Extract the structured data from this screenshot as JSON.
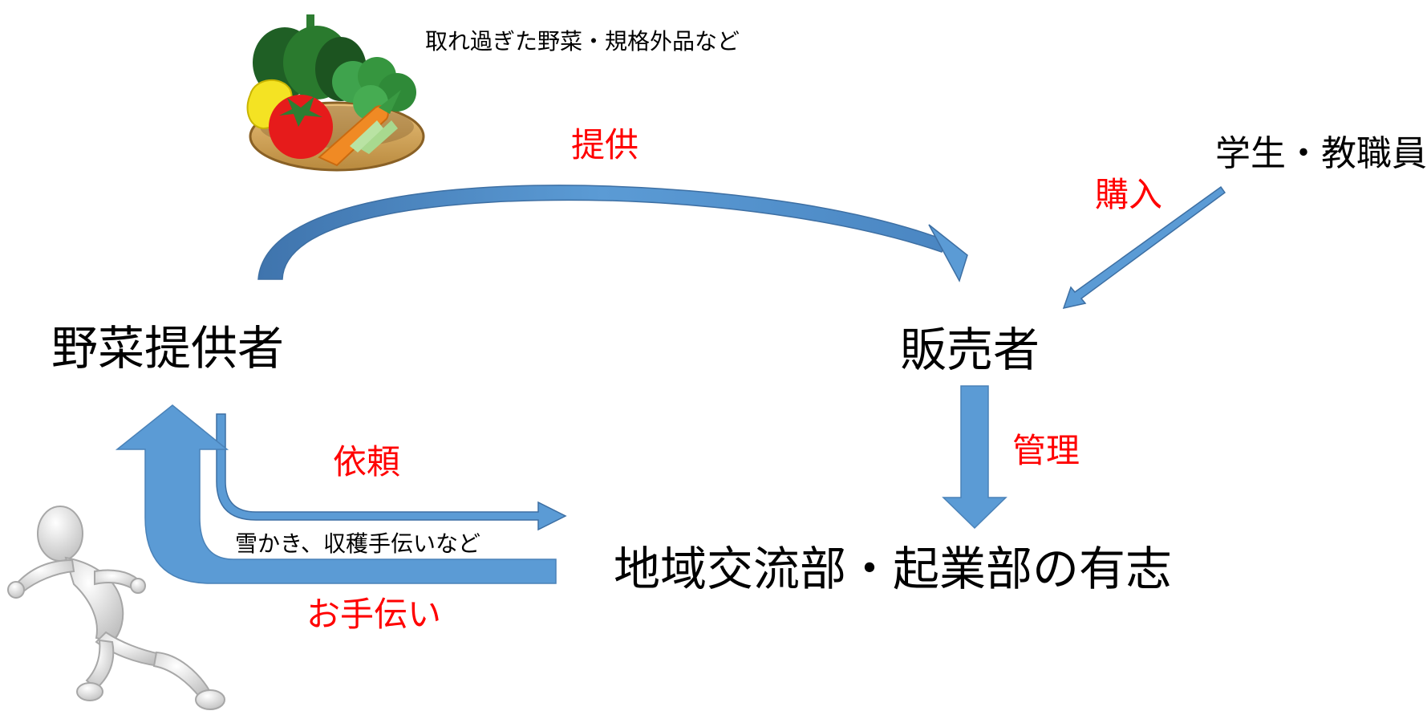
{
  "nodes": {
    "provider": "野菜提供者",
    "seller": "販売者",
    "club": "地域交流部・起業部の有志",
    "customers": "学生・教職員"
  },
  "labels": {
    "supply": "提供",
    "purchase": "購入",
    "manage": "管理",
    "request": "依頼",
    "help": "お手伝い"
  },
  "notes": {
    "vegetables": "取れ過ぎた野菜・規格外品など",
    "tasks": "雪かき、収穫手伝いなど"
  },
  "colors": {
    "arrow_fill": "#5b9bd5",
    "arrow_stroke": "#4a82b8",
    "label_red": "#ff0000",
    "text": "#000000"
  },
  "icons": {
    "vegetables": "vegetable-basket-icon",
    "runner": "running-figure-icon"
  }
}
